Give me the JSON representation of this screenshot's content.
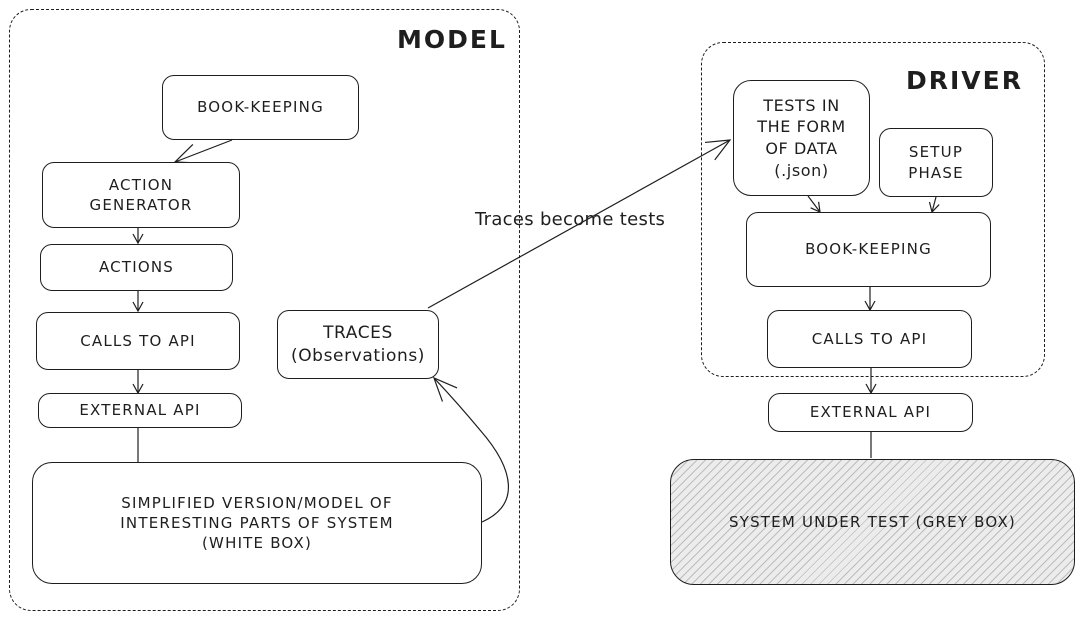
{
  "model": {
    "title": "MODEL",
    "bookkeeping": "BOOK-KEEPING",
    "action_generator": "ACTION\nGENERATOR",
    "actions": "ACTIONS",
    "calls_to_api": "CALLS TO API",
    "external_api": "EXTERNAL API",
    "simplified": "SIMPLIFIED VERSION/MODEL OF\nINTERESTING PARTS OF SYSTEM\n(WHITE BOX)",
    "traces": "TRACES\n(Observations)"
  },
  "link_label": "Traces become tests",
  "driver": {
    "title": "DRIVER",
    "tests_data": "TESTS IN\nTHE FORM\nOF DATA\n(.json)",
    "setup_phase": "SETUP\nPHASE",
    "bookkeeping": "BOOK-KEEPING",
    "calls_to_api": "CALLS TO API"
  },
  "external_api": "EXTERNAL API",
  "system_under_test": "SYSTEM UNDER TEST (GREY BOX)"
}
